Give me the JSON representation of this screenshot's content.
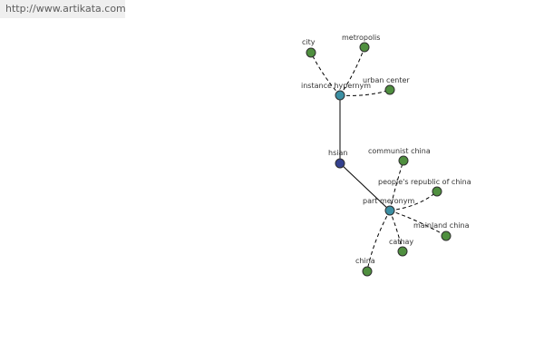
{
  "watermark": {
    "text": "http://www.artikata.com"
  },
  "colors": {
    "root_node": "#34418f",
    "relation_node": "#3b8fa3",
    "leaf_node": "#4f8f3f"
  },
  "graph": {
    "root": {
      "label": "hsian"
    },
    "relations": [
      {
        "label": "instance hypernym",
        "leaves": [
          "city",
          "metropolis",
          "urban center"
        ]
      },
      {
        "label": "part meronym",
        "leaves": [
          "communist china",
          "people's republic of china",
          "mainland china",
          "cathay",
          "china"
        ]
      }
    ]
  }
}
